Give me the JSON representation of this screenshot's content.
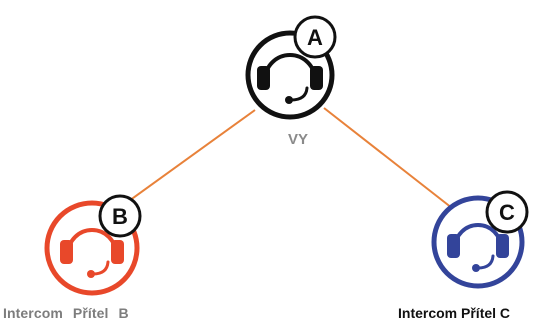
{
  "nodes": [
    {
      "id": "a",
      "badge": "A",
      "label": "VY",
      "color": "#111111",
      "label_color": "#8a8a8a"
    },
    {
      "id": "b",
      "badge": "B",
      "label": "Intercom   Přítel  B",
      "color": "#e8482a",
      "label_color": "#7d7d7d"
    },
    {
      "id": "c",
      "badge": "C",
      "label": "Intercom Přítel C",
      "color": "#33449a",
      "label_color": "#111111"
    }
  ],
  "connections": [
    {
      "from": "a",
      "to": "b",
      "color": "#e8823a"
    },
    {
      "from": "a",
      "to": "c",
      "color": "#e8823a"
    }
  ],
  "icons": {
    "device": "headset-icon"
  }
}
